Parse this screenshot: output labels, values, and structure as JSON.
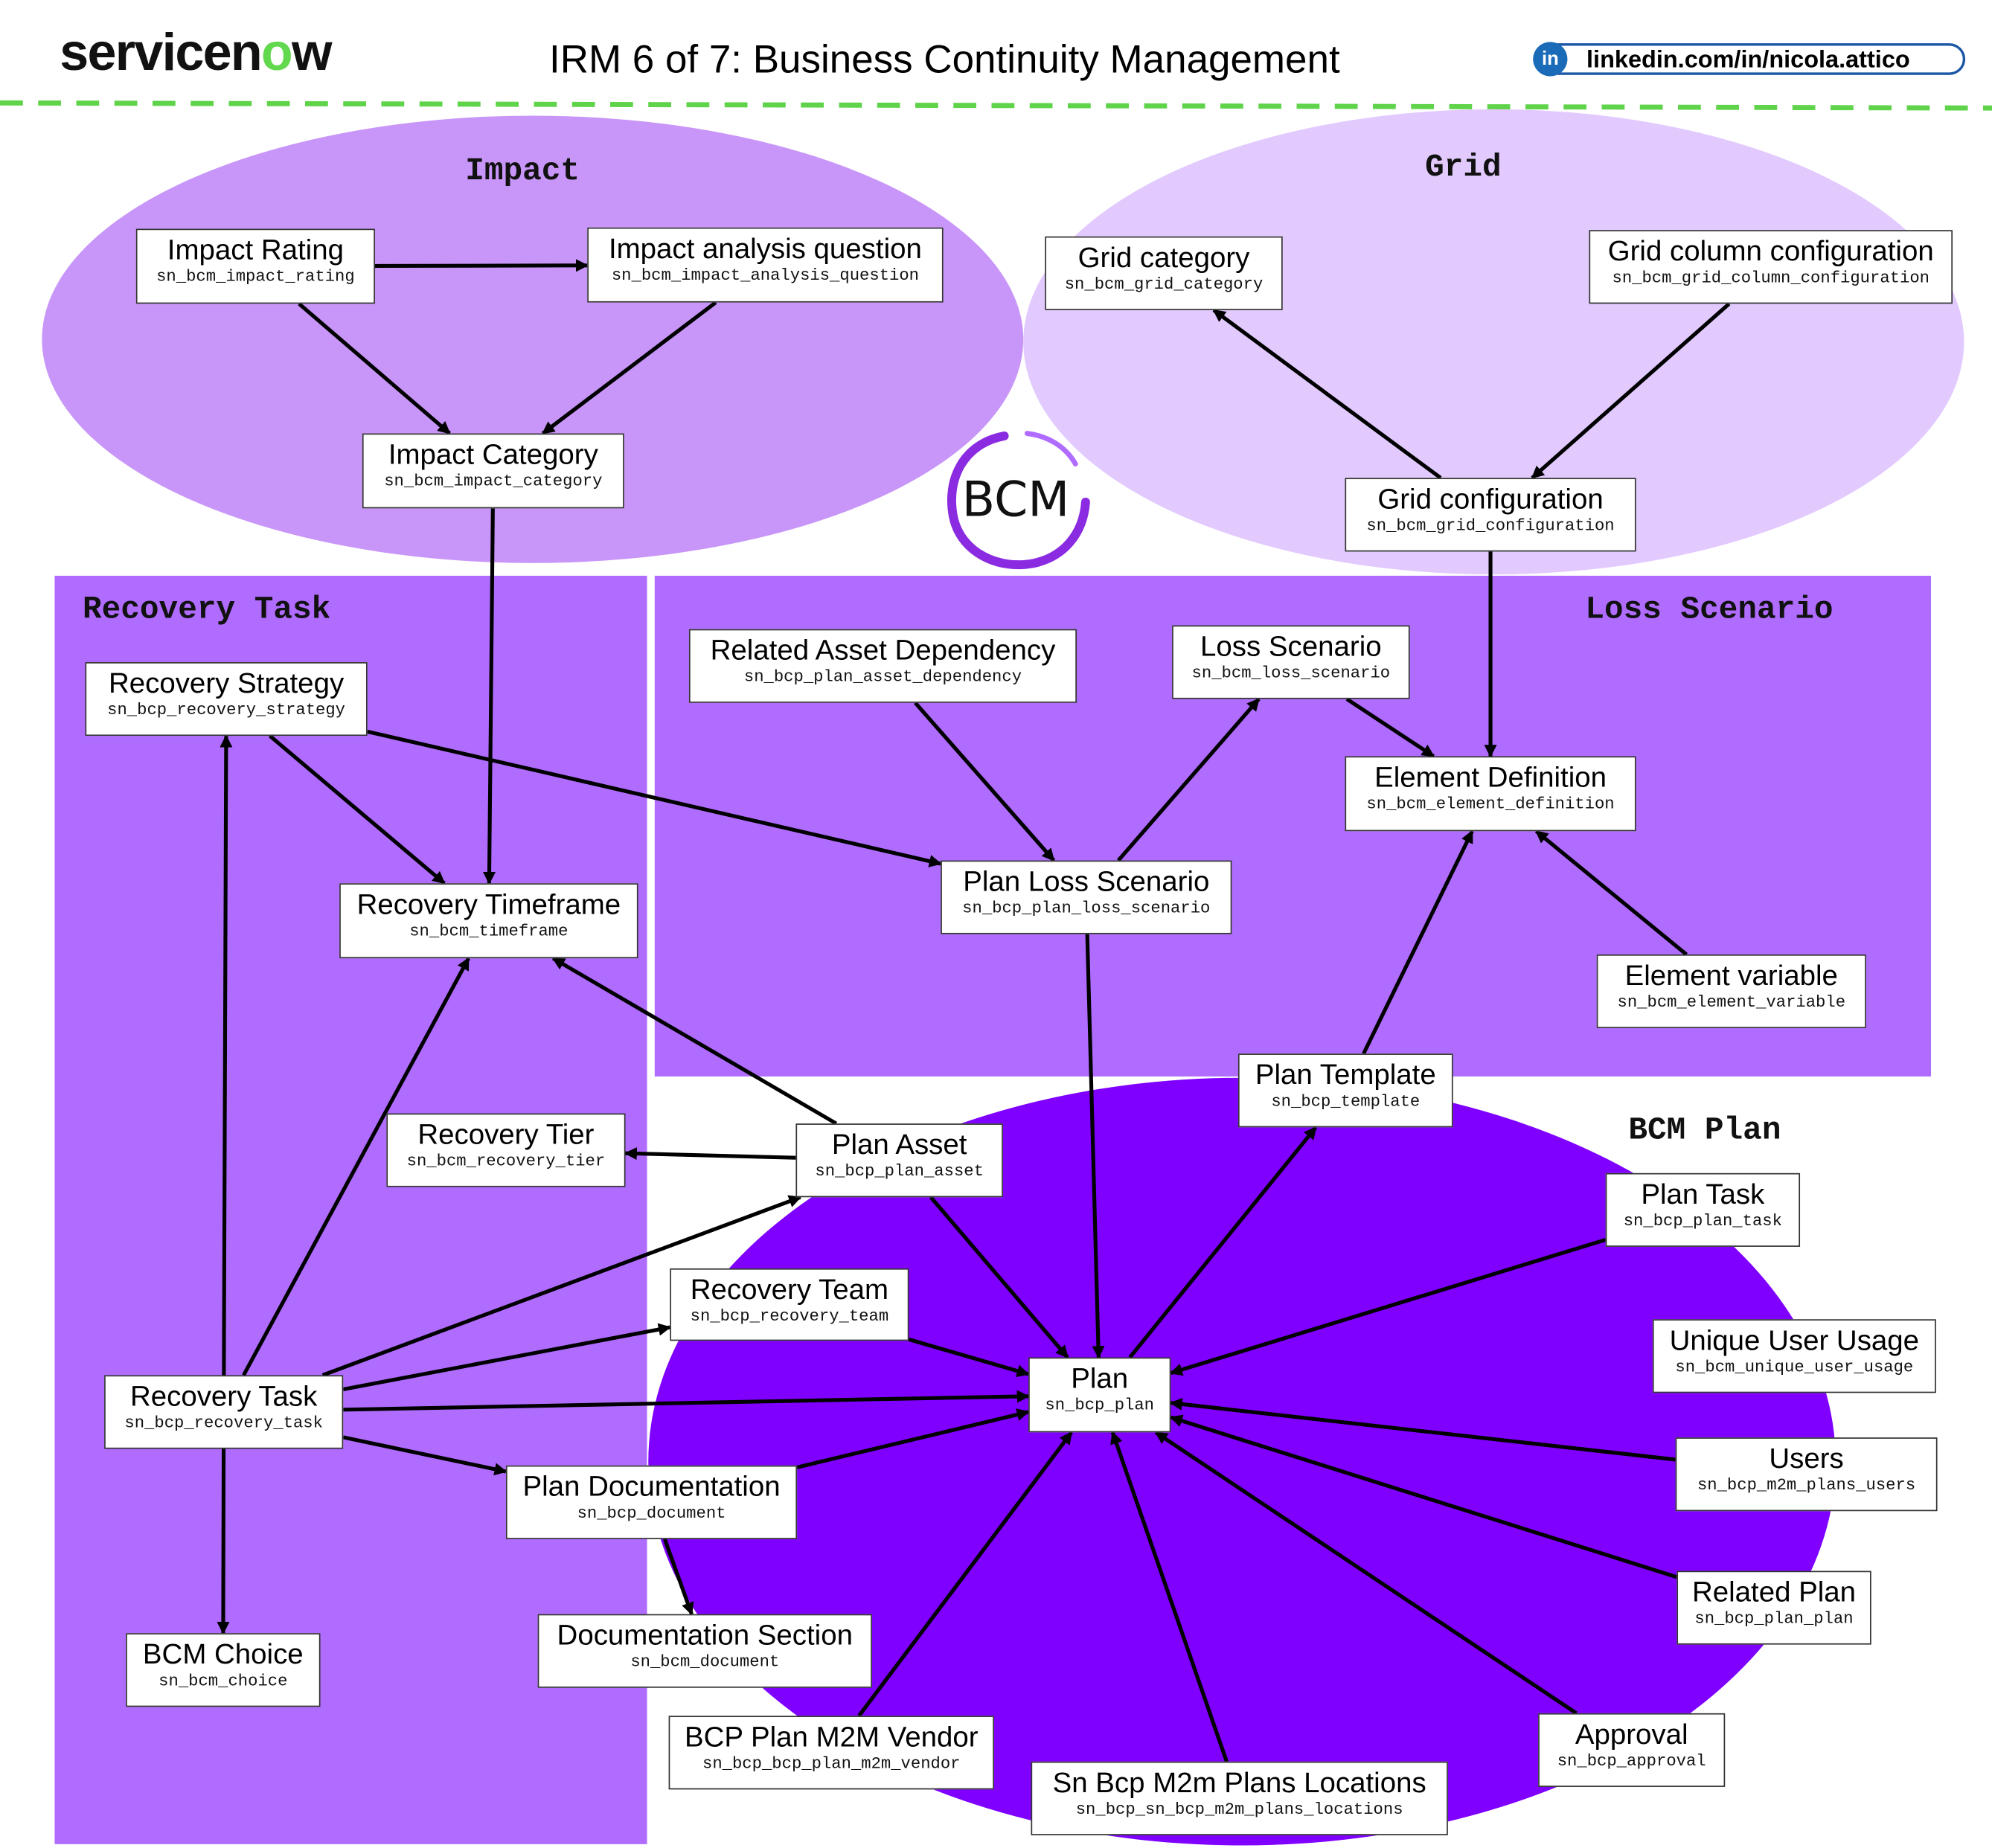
{
  "header": {
    "logo": "servicenow",
    "title": "IRM 6 of 7: Business Continuity Management",
    "linkedin_icon": "in",
    "linkedin_text": "linkedin.com/in/nicola.attico"
  },
  "badge": {
    "text": "BCM"
  },
  "colors": {
    "impact_region": "#c896f8",
    "grid_region": "#e2caff",
    "recovery_region": "#b06cff",
    "loss_region": "#b06cff",
    "plan_region": "#7f00ff",
    "divider": "#5fd34a",
    "accent_blue": "#1a6bb8"
  },
  "regions": {
    "impact": "Impact",
    "grid": "Grid",
    "recovery_task": "Recovery Task",
    "loss_scenario": "Loss Scenario",
    "bcm_plan": "BCM Plan"
  },
  "nodes": {
    "impact_rating": {
      "name": "Impact Rating",
      "table": "sn_bcm_impact_rating"
    },
    "impact_question": {
      "name": "Impact analysis question",
      "table": "sn_bcm_impact_analysis_question"
    },
    "impact_category": {
      "name": "Impact Category",
      "table": "sn_bcm_impact_category"
    },
    "grid_category": {
      "name": "Grid category",
      "table": "sn_bcm_grid_category"
    },
    "grid_column_config": {
      "name": "Grid column configuration",
      "table": "sn_bcm_grid_column_configuration"
    },
    "grid_config": {
      "name": "Grid configuration",
      "table": "sn_bcm_grid_configuration"
    },
    "recovery_strategy": {
      "name": "Recovery Strategy",
      "table": "sn_bcp_recovery_strategy"
    },
    "recovery_timeframe": {
      "name": "Recovery Timeframe",
      "table": "sn_bcm_timeframe"
    },
    "recovery_tier": {
      "name": "Recovery Tier",
      "table": "sn_bcm_recovery_tier"
    },
    "recovery_task": {
      "name": "Recovery Task",
      "table": "sn_bcp_recovery_task"
    },
    "bcm_choice": {
      "name": "BCM Choice",
      "table": "sn_bcm_choice"
    },
    "related_asset_dependency": {
      "name": "Related Asset Dependency",
      "table": "sn_bcp_plan_asset_dependency"
    },
    "loss_scenario": {
      "name": "Loss Scenario",
      "table": "sn_bcm_loss_scenario"
    },
    "element_definition": {
      "name": "Element Definition",
      "table": "sn_bcm_element_definition"
    },
    "plan_loss_scenario": {
      "name": "Plan Loss Scenario",
      "table": "sn_bcp_plan_loss_scenario"
    },
    "element_variable": {
      "name": "Element variable",
      "table": "sn_bcm_element_variable"
    },
    "plan_template": {
      "name": "Plan Template",
      "table": "sn_bcp_template"
    },
    "plan_asset": {
      "name": "Plan Asset",
      "table": "sn_bcp_plan_asset"
    },
    "recovery_team": {
      "name": "Recovery Team",
      "table": "sn_bcp_recovery_team"
    },
    "plan": {
      "name": "Plan",
      "table": "sn_bcp_plan"
    },
    "plan_task": {
      "name": "Plan Task",
      "table": "sn_bcp_plan_task"
    },
    "unique_user_usage": {
      "name": "Unique User Usage",
      "table": "sn_bcm_unique_user_usage"
    },
    "users": {
      "name": "Users",
      "table": "sn_bcp_m2m_plans_users"
    },
    "related_plan": {
      "name": "Related Plan",
      "table": "sn_bcp_plan_plan"
    },
    "approval": {
      "name": "Approval",
      "table": "sn_bcp_approval"
    },
    "plan_documentation": {
      "name": "Plan Documentation",
      "table": "sn_bcp_document"
    },
    "documentation_section": {
      "name": "Documentation Section",
      "table": "sn_bcm_document"
    },
    "m2m_vendor": {
      "name": "BCP Plan M2M Vendor",
      "table": "sn_bcp_bcp_plan_m2m_vendor"
    },
    "m2m_locations": {
      "name": "Sn Bcp M2m Plans Locations",
      "table": "sn_bcp_sn_bcp_m2m_plans_locations"
    }
  },
  "edges": [
    [
      "impact_rating",
      "impact_question"
    ],
    [
      "impact_rating",
      "impact_category"
    ],
    [
      "impact_question",
      "impact_category"
    ],
    [
      "impact_category",
      "recovery_timeframe"
    ],
    [
      "grid_config",
      "grid_category"
    ],
    [
      "grid_column_config",
      "grid_config"
    ],
    [
      "grid_config",
      "element_definition"
    ],
    [
      "recovery_strategy",
      "recovery_timeframe"
    ],
    [
      "recovery_strategy",
      "plan_loss_scenario"
    ],
    [
      "related_asset_dependency",
      "plan_loss_scenario"
    ],
    [
      "plan_loss_scenario",
      "loss_scenario"
    ],
    [
      "loss_scenario",
      "element_definition"
    ],
    [
      "element_variable",
      "element_definition"
    ],
    [
      "plan_template",
      "element_definition"
    ],
    [
      "plan_loss_scenario",
      "plan"
    ],
    [
      "plan_asset",
      "recovery_timeframe"
    ],
    [
      "plan_asset",
      "recovery_tier"
    ],
    [
      "plan_asset",
      "plan"
    ],
    [
      "plan",
      "plan_template"
    ],
    [
      "recovery_task",
      "recovery_strategy"
    ],
    [
      "recovery_task",
      "recovery_timeframe"
    ],
    [
      "recovery_task",
      "plan_asset"
    ],
    [
      "recovery_task",
      "recovery_team"
    ],
    [
      "recovery_task",
      "plan"
    ],
    [
      "recovery_task",
      "plan_documentation"
    ],
    [
      "recovery_task",
      "bcm_choice"
    ],
    [
      "recovery_team",
      "plan"
    ],
    [
      "plan_documentation",
      "plan"
    ],
    [
      "plan_documentation",
      "documentation_section"
    ],
    [
      "plan_task",
      "plan"
    ],
    [
      "users",
      "plan"
    ],
    [
      "related_plan",
      "plan"
    ],
    [
      "approval",
      "plan"
    ],
    [
      "m2m_vendor",
      "plan"
    ],
    [
      "m2m_locations",
      "plan"
    ]
  ]
}
